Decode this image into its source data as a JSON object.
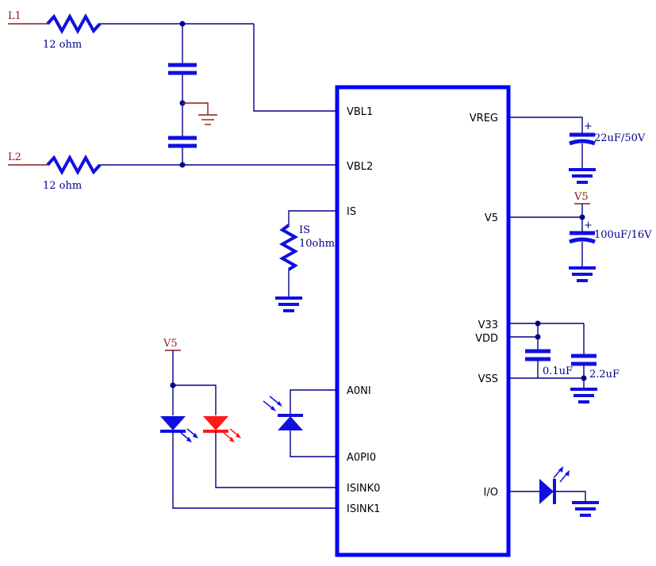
{
  "nets": {
    "l1": "L1",
    "l2": "L2",
    "v5_top": "V5",
    "v5_left": "V5"
  },
  "values": {
    "r_l1": "12 ohm",
    "r_l2": "12 ohm",
    "r_is_name": "IS",
    "r_is_value": "10ohm",
    "c_vreg": "22uF/50V",
    "c_v5": "100uF/16V",
    "c_small": "0.1uF",
    "c_large": "2.2uF",
    "cap_polarity": "+"
  },
  "pins": {
    "vbl1": "VBL1",
    "vbl2": "VBL2",
    "is": "IS",
    "a0ni": "A0NI",
    "a0pi0": "A0PI0",
    "isink0": "ISINK0",
    "isink1": "ISINK1",
    "vreg": "VREG",
    "v5": "V5",
    "v33": "V33",
    "vdd": "VDD",
    "vss": "VSS",
    "io": "I/O"
  },
  "colors": {
    "wire": "#00008b",
    "component": "#1010e0",
    "chip_outline": "#0000ff",
    "red_led": "#ff1a1a",
    "net_label": "#8b1a1a"
  }
}
